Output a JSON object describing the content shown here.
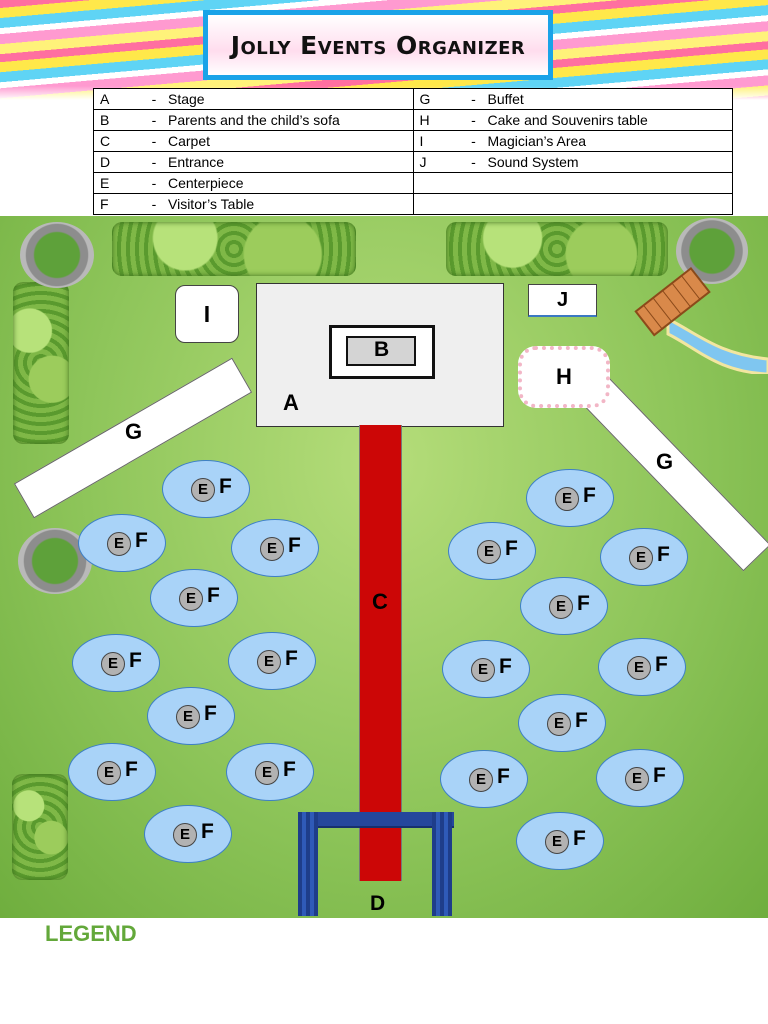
{
  "title": "Jolly Events Organizer",
  "legend_rows": [
    {
      "left_letter": "A",
      "left_text": "Stage",
      "right_letter": "G",
      "right_text": "Buffet"
    },
    {
      "left_letter": "B",
      "left_text": "Parents and the child’s sofa",
      "right_letter": "H",
      "right_text": "Cake and Souvenirs table"
    },
    {
      "left_letter": "C",
      "left_text": "Carpet",
      "right_letter": "I",
      "right_text": "Magician’s Area"
    },
    {
      "left_letter": "D",
      "left_text": "Entrance",
      "right_letter": "J",
      "right_text": "Sound System"
    },
    {
      "left_letter": "E",
      "left_text": "Centerpiece",
      "right_letter": "",
      "right_text": ""
    },
    {
      "left_letter": "F",
      "left_text": "Visitor’s Table",
      "right_letter": "",
      "right_text": ""
    }
  ],
  "dash": "-",
  "map": {
    "stage": "A",
    "sofa": "B",
    "carpet": "C",
    "entrance": "D",
    "buffet": "G",
    "cake_table": "H",
    "magician": "I",
    "sound": "J",
    "centerpiece": "E",
    "visitor_table": "F"
  },
  "footer_label": "LEGEND",
  "colors": {
    "frame": "#1aa3e8",
    "carpet": "#cc0606",
    "guest_table": "#a9d3f8",
    "grass": "#8ec55a",
    "legend_text": "#63a83a"
  }
}
